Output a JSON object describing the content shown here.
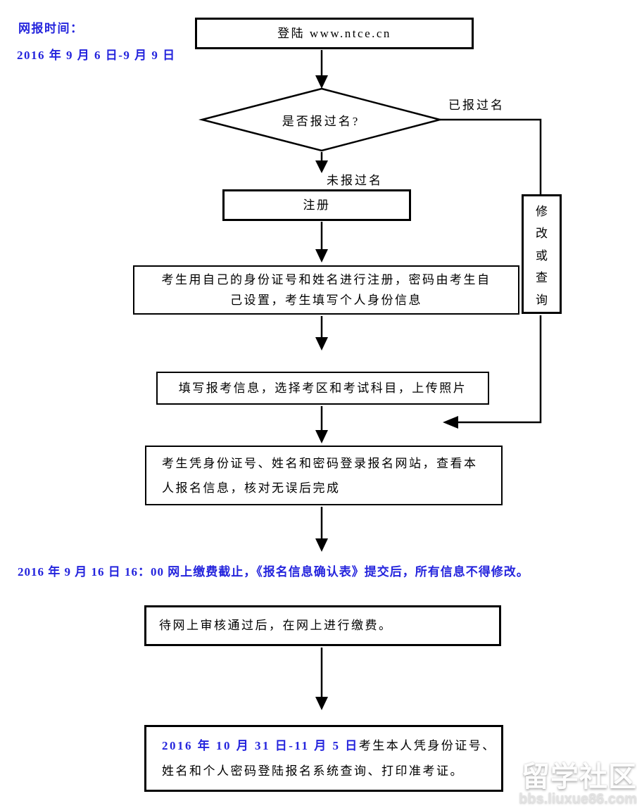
{
  "colors": {
    "accent_blue": "#2424dd",
    "line_black": "#000000",
    "watermark_white": "#fdfdfd"
  },
  "note": {
    "line1": "网报时间：",
    "line2": "2016 年 9 月 6 日-9 月 9 日"
  },
  "flowchart": {
    "login_box": "登陆 www.ntce.cn",
    "decision": "是否报过名?",
    "branch_yes": "已报过名",
    "branch_no": "未报过名",
    "register_box": "注册",
    "register_detail_line1": "考生用自己的身份证号和姓名进行注册，密码由考生自",
    "register_detail_line2": "己设置，考生填写个人身份信息",
    "fill_info_box": "填写报考信息，选择考区和考试科目，上传照片",
    "verify_line1": "考生凭身份证号、姓名和密码登录报名网站，查看本",
    "verify_line2": "人报名信息，核对无误后完成",
    "modify_chars": [
      "修",
      "改",
      "或",
      "查",
      "询"
    ],
    "payment_deadline_note": "2016 年 9 月 16 日 16：00 网上缴费截止，《报名信息确认表》提交后，所有信息不得修改。",
    "payment_box": "待网上审核通过后，在网上进行缴费。",
    "print_line1_blue": "2016 年 10 月 31 日-11 月 5 日",
    "print_line1_black": "考生本人凭身份证号、",
    "print_line2": "姓名和个人密码登陆报名系统查询、打印准考证。"
  },
  "watermark": {
    "title": "留学社区",
    "url": "bbs.liuxue86.com"
  }
}
